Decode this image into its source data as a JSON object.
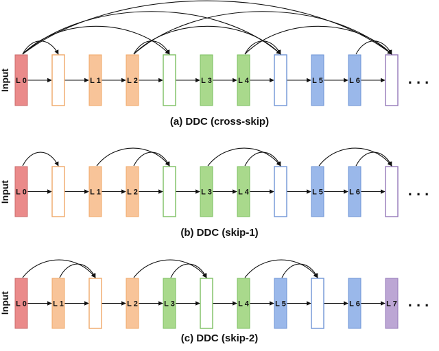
{
  "input_label": "Input",
  "ellipsis": ". . .",
  "colors": {
    "red": {
      "fill": "#ea8a8a",
      "stroke": "#c96b6b"
    },
    "orange": {
      "fill": "#f8c499",
      "stroke": "#f0a868"
    },
    "green": {
      "fill": "#a9d98c",
      "stroke": "#7cbf60"
    },
    "blue": {
      "fill": "#9ab8ea",
      "stroke": "#6f95d6"
    },
    "purple": {
      "fill": "#bca6d4",
      "stroke": "#9478b8"
    }
  },
  "diagrams": [
    {
      "caption": "(a) DDC (cross-skip)",
      "blocks": [
        {
          "label": "L 0",
          "color": "red",
          "filled": true
        },
        {
          "label": "",
          "color": "orange",
          "filled": false
        },
        {
          "label": "L 1",
          "color": "orange",
          "filled": true
        },
        {
          "label": "L 2",
          "color": "orange",
          "filled": true
        },
        {
          "label": "",
          "color": "green",
          "filled": false
        },
        {
          "label": "L 3",
          "color": "green",
          "filled": true
        },
        {
          "label": "L 4",
          "color": "green",
          "filled": true
        },
        {
          "label": "",
          "color": "blue",
          "filled": false
        },
        {
          "label": "L 5",
          "color": "blue",
          "filled": true
        },
        {
          "label": "L 6",
          "color": "blue",
          "filled": true
        },
        {
          "label": "",
          "color": "purple",
          "filled": false
        }
      ],
      "skips": [
        [
          0,
          1
        ],
        [
          0,
          4
        ],
        [
          0,
          7
        ],
        [
          0,
          10
        ],
        [
          3,
          4
        ],
        [
          3,
          7
        ],
        [
          3,
          10
        ],
        [
          6,
          7
        ],
        [
          6,
          10
        ],
        [
          9,
          10
        ]
      ]
    },
    {
      "caption": "(b) DDC (skip-1)",
      "blocks": [
        {
          "label": "L 0",
          "color": "red",
          "filled": true
        },
        {
          "label": "",
          "color": "orange",
          "filled": false
        },
        {
          "label": "L 1",
          "color": "orange",
          "filled": true
        },
        {
          "label": "L 2",
          "color": "orange",
          "filled": true
        },
        {
          "label": "",
          "color": "green",
          "filled": false
        },
        {
          "label": "L 3",
          "color": "green",
          "filled": true
        },
        {
          "label": "L 4",
          "color": "green",
          "filled": true
        },
        {
          "label": "",
          "color": "blue",
          "filled": false
        },
        {
          "label": "L 5",
          "color": "blue",
          "filled": true
        },
        {
          "label": "L 6",
          "color": "blue",
          "filled": true
        },
        {
          "label": "",
          "color": "purple",
          "filled": false
        }
      ],
      "skips": [
        [
          0,
          1
        ],
        [
          2,
          4
        ],
        [
          3,
          4
        ],
        [
          5,
          7
        ],
        [
          6,
          7
        ],
        [
          8,
          10
        ],
        [
          9,
          10
        ]
      ]
    },
    {
      "caption": "(c) DDC (skip-2)",
      "blocks": [
        {
          "label": "L 0",
          "color": "red",
          "filled": true
        },
        {
          "label": "L 1",
          "color": "orange",
          "filled": true
        },
        {
          "label": "",
          "color": "orange",
          "filled": false
        },
        {
          "label": "L 2",
          "color": "orange",
          "filled": true
        },
        {
          "label": "L 3",
          "color": "green",
          "filled": true
        },
        {
          "label": "",
          "color": "green",
          "filled": false
        },
        {
          "label": "L 4",
          "color": "green",
          "filled": true
        },
        {
          "label": "L 5",
          "color": "blue",
          "filled": true
        },
        {
          "label": "",
          "color": "blue",
          "filled": false
        },
        {
          "label": "L 6",
          "color": "blue",
          "filled": true
        },
        {
          "label": "L 7",
          "color": "purple",
          "filled": true
        }
      ],
      "skips": [
        [
          0,
          2
        ],
        [
          1,
          2
        ],
        [
          3,
          5
        ],
        [
          4,
          5
        ],
        [
          6,
          8
        ],
        [
          7,
          8
        ]
      ]
    }
  ]
}
